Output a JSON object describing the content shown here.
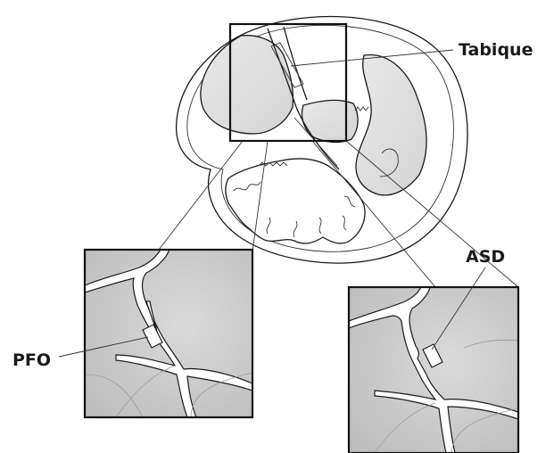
{
  "labels": {
    "septum": "Tabique",
    "pfo": "PFO",
    "asd": "ASD"
  }
}
